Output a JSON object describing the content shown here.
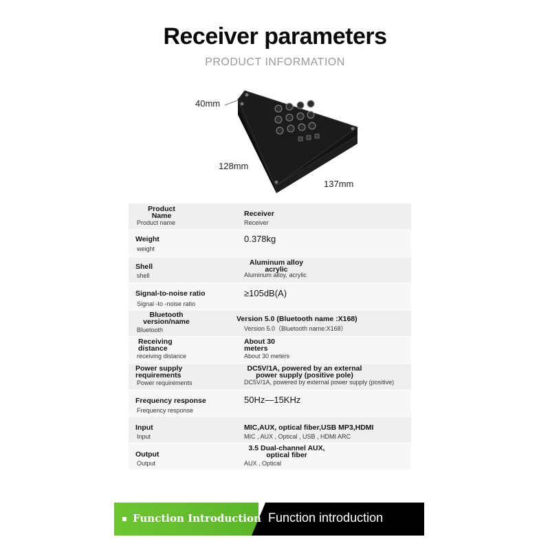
{
  "header": {
    "title": "Receiver parameters",
    "subtitle": "PRODUCT INFORMATION"
  },
  "dimensions": {
    "height": "40mm",
    "depth": "128mm",
    "width": "137mm"
  },
  "specs": [
    {
      "label": "Product Name",
      "label_sub": "Product name",
      "value": "Receiver",
      "value_sub": "Receiver"
    },
    {
      "label": "Weight",
      "label_sub": "weight",
      "value": "0.378kg",
      "value_sub": ""
    },
    {
      "label": "Shell",
      "label_sub": "shell",
      "value": "Aluminum alloy acrylic",
      "value_sub": "Aluminum alloy, acrylic"
    },
    {
      "label": "Signal-to-noise ratio",
      "label_sub": "Signal -to -noise ratio",
      "value": "≥105dB(A)",
      "value_sub": ""
    },
    {
      "label": "Bluetooth version/name",
      "label_sub": "Bluetooth",
      "value": "Version 5.0 (Bluetooth name :X168)",
      "value_sub": "Version 5.0（Bluetooth name:X168）"
    },
    {
      "label": "Receiving distance",
      "label_sub": "receiving distance",
      "value": "About 30 meters",
      "value_sub": "About 30 meters"
    },
    {
      "label": "Power supply requirements",
      "label_sub": "Power requirements",
      "value": "DC5V/1A, powered by an external power supply (positive pole)",
      "value_sub": "DC5V/1A, powered by external power supply (positive)"
    },
    {
      "label": "Frequency response",
      "label_sub": "Frequency response",
      "value": "50Hz—15KHz",
      "value_sub": ""
    },
    {
      "label": "Input",
      "label_sub": "Input",
      "value": "MIC,AUX, optical fiber,USB MP3,HDMI",
      "value_sub": "MIC , AUX , Optical , USB , HDMI ARC"
    },
    {
      "label": "Output",
      "label_sub": "Output",
      "value": "3.5 Dual-channel AUX, optical fiber",
      "value_sub": "AUX , Optical"
    }
  ],
  "banner": {
    "label_primary": "Function Introduction",
    "label_secondary": "Function introduction",
    "accent_color": "#5cb52a"
  }
}
